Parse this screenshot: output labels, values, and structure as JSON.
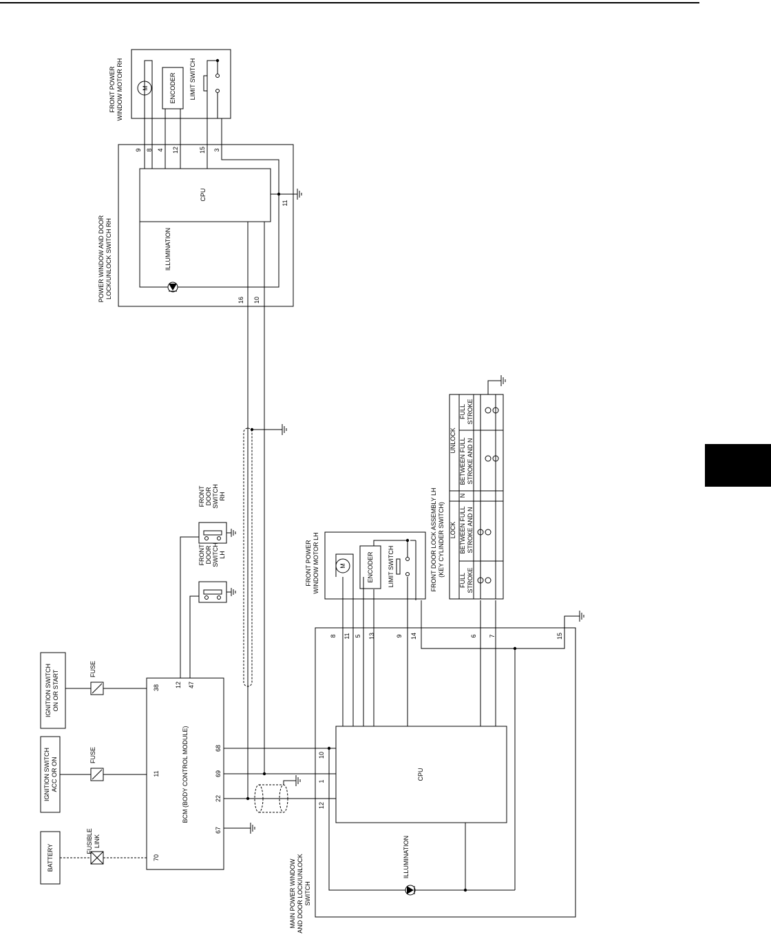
{
  "components": {
    "battery": "BATTERY",
    "fusible_link": [
      "FUSIBLE",
      "LINK"
    ],
    "ign_acc": [
      "IGNITION SWITCH",
      "ACC OR ON"
    ],
    "ign_start": [
      "IGNITION SWITCH",
      "ON OR START"
    ],
    "fuse": "FUSE",
    "bcm": "BCM (BODY CONTROL MODULE)",
    "door_switch_lh": [
      "FRONT",
      "DOOR",
      "SWITCH",
      "LH"
    ],
    "door_switch_rh": [
      "FRONT",
      "DOOR",
      "SWITCH",
      "RH"
    ],
    "main_switch": [
      "MAIN POWER WINDOW",
      "AND DOOR LOCK/UNLOCK",
      "SWITCH"
    ],
    "rh_switch": [
      "POWER WINDOW AND DOOR",
      "LOCK/UNLOCK SWITCH RH"
    ],
    "motor_lh": [
      "FRONT POWER",
      "WINDOW MOTOR LH"
    ],
    "motor_rh": [
      "FRONT POWER",
      "WINDOW MOTOR RH"
    ],
    "door_lock": [
      "FRONT DOOR LOCK ASSEMBLY LH",
      "(KEY CYLINDER SWITCH)"
    ],
    "cpu": "CPU",
    "illumination": "ILLUMINATION",
    "encoder": "ENCODER",
    "limit_switch": "LIMIT SWITCH",
    "motor_symbol": "M"
  },
  "pins": {
    "bcm": [
      "70",
      "67",
      "22",
      "69",
      "68",
      "11",
      "47",
      "12",
      "38"
    ],
    "main": [
      "12",
      "1",
      "10",
      "5",
      "11",
      "8",
      "13",
      "9",
      "14",
      "6",
      "7",
      "15"
    ],
    "rh": [
      "16",
      "10",
      "11",
      "9",
      "8",
      "4",
      "12",
      "15",
      "3"
    ]
  },
  "door_lock_table": {
    "groups": [
      "LOCK",
      "N",
      "UNLOCK"
    ],
    "columns": [
      [
        "FULL",
        "STROKE"
      ],
      [
        "BETWEEN FULL",
        "STROKE AND N"
      ],
      [
        "BETWEEN FULL",
        "STROKE AND N"
      ],
      [
        "FULL",
        "STROKE"
      ]
    ]
  }
}
